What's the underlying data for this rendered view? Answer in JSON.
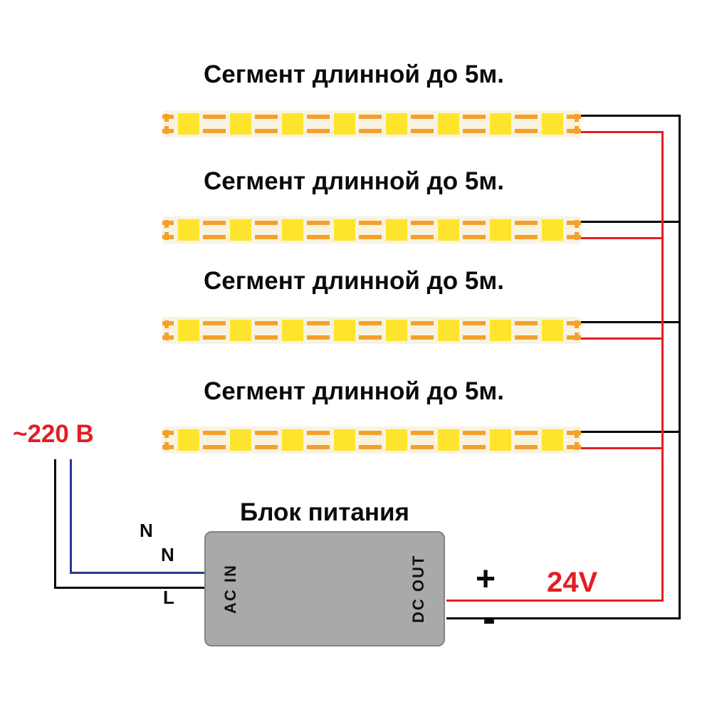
{
  "segments": [
    {
      "label": "Сегмент длинной до 5м."
    },
    {
      "label": "Сегмент длинной до 5м."
    },
    {
      "label": "Сегмент длинной до 5м."
    },
    {
      "label": "Сегмент длинной до 5м."
    }
  ],
  "power": {
    "input_voltage": "~220 В",
    "psu_label": "Блок питания",
    "ac_in": "AC IN",
    "dc_out": "DC OUT",
    "plus": "+",
    "minus": "-",
    "output_voltage": "24V",
    "wire_labels": [
      "N",
      "N",
      "L"
    ]
  },
  "colors": {
    "accent_red": "#e31e25",
    "wire_negative": "#000000",
    "wire_neutral": "#2b3990",
    "strip_bg": "#f8f3e0",
    "led_yellow": "#ffe42e",
    "pad_orange": "#f5a02c",
    "psu_gray": "#a9a9a9"
  }
}
